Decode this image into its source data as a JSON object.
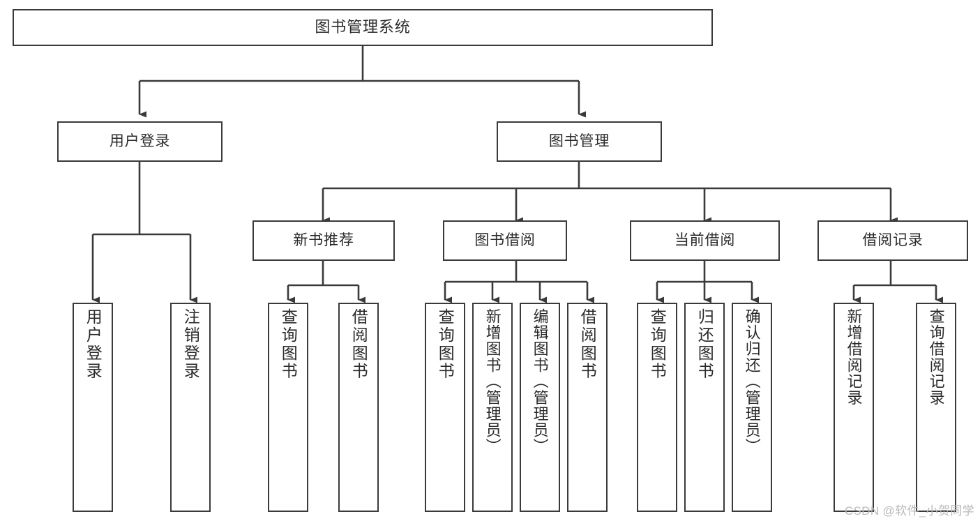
{
  "diagram": {
    "title": "图书管理系统",
    "watermark": "CSDN @软件_小贺同学",
    "accent_color": "#3a3a3a",
    "background_color": "#ffffff",
    "watermark_color": "#b9b9b9"
  },
  "nodes": {
    "root": {
      "label": "图书管理系统"
    },
    "level2": [
      {
        "label": "用户登录"
      },
      {
        "label": "图书管理"
      }
    ],
    "level3": [
      {
        "label": "新书推荐"
      },
      {
        "label": "图书借阅"
      },
      {
        "label": "当前借阅"
      },
      {
        "label": "借阅记录"
      }
    ],
    "leaves": {
      "user_login": [
        {
          "label": "用户登录"
        },
        {
          "label": "注销登录"
        }
      ],
      "new_book": [
        {
          "label": "查询图书"
        },
        {
          "label": "借阅图书"
        }
      ],
      "borrow": [
        {
          "label": "查询图书"
        },
        {
          "label": "新增图书（管理员）"
        },
        {
          "label": "编辑图书（管理员）"
        },
        {
          "label": "借阅图书"
        }
      ],
      "current": [
        {
          "label": "查询图书"
        },
        {
          "label": "归还图书"
        },
        {
          "label": "确认归还（管理员）"
        }
      ],
      "records": [
        {
          "label": "新增借阅记录"
        },
        {
          "label": "查询借阅记录"
        }
      ]
    }
  }
}
